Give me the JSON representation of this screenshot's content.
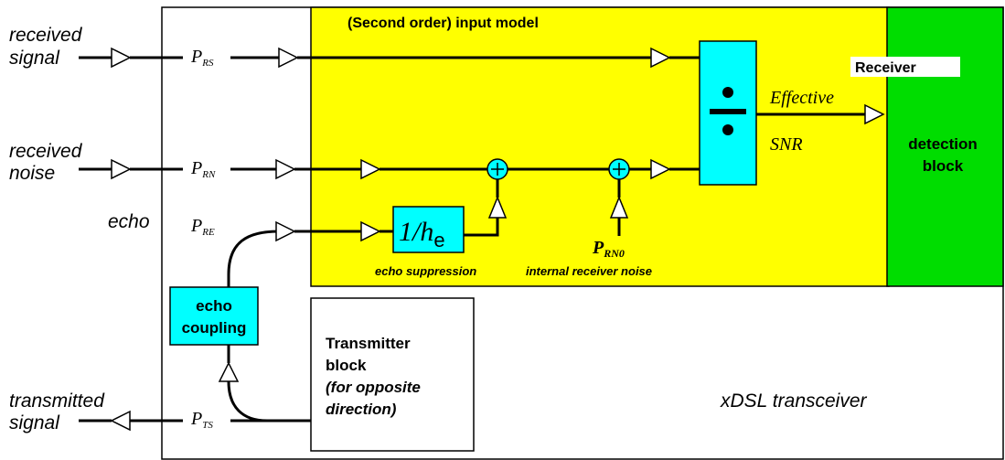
{
  "colors": {
    "yellow": "#ffff00",
    "green": "#00dd00",
    "cyan": "#00ffff",
    "line": "#000000"
  },
  "left_labels": {
    "received_signal_1": "received",
    "received_signal_2": "signal",
    "received_noise_1": "received",
    "received_noise_2": "noise",
    "echo": "echo",
    "transmitted_signal_1": "transmitted",
    "transmitted_signal_2": "signal"
  },
  "powers": {
    "rs_main": "P",
    "rs_sub": "RS",
    "rn_main": "P",
    "rn_sub": "RN",
    "re_main": "P",
    "re_sub": "RE",
    "ts_main": "P",
    "ts_sub": "TS",
    "rn0_main": "P",
    "rn0_sub": "RN0"
  },
  "input_model": {
    "title": "(Second order) input model",
    "echo_block_main": "1/h",
    "echo_block_sub": "e",
    "echo_suppression": "echo suppression",
    "internal_noise": "internal receiver noise",
    "effective": "Effective",
    "snr": "SNR"
  },
  "receiver": {
    "label": "Receiver",
    "detection_1": "detection",
    "detection_2": "block"
  },
  "echo_coupling": {
    "line1": "echo",
    "line2": "coupling"
  },
  "transmitter": {
    "line1": "Transmitter",
    "line2": "block",
    "line3": "(for opposite",
    "line4": "direction)"
  },
  "transceiver_label": "xDSL transceiver"
}
